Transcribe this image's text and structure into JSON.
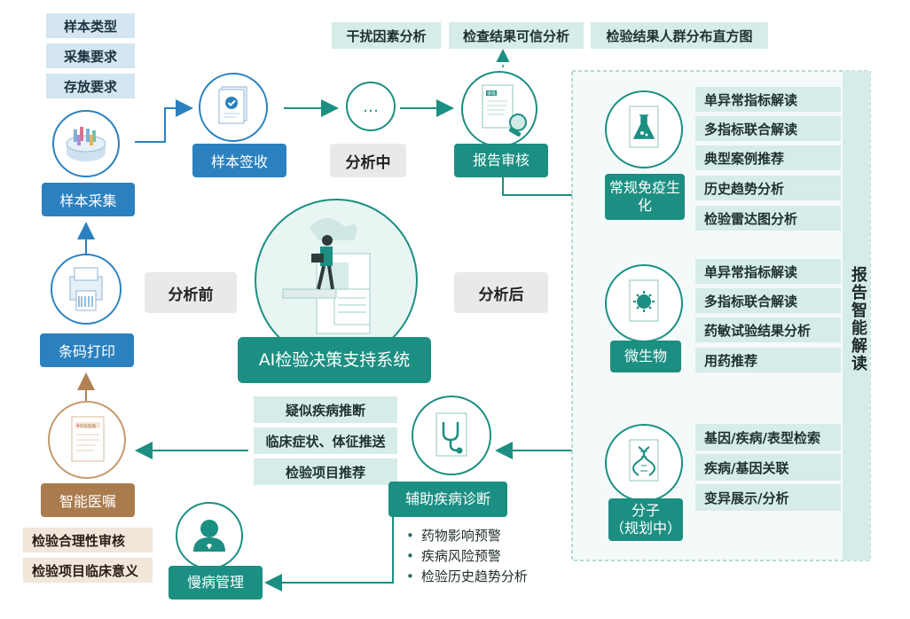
{
  "top_analysis": [
    "干扰因素分析",
    "检查结果可信分析",
    "检验结果人群分布直方图"
  ],
  "sample_requirements": [
    "样本类型",
    "采集要求",
    "存放要求"
  ],
  "steps": {
    "sample_collect": "样本采集",
    "sample_receive": "样本签收",
    "analyzing": "分析中",
    "report_review": "报告审核",
    "barcode_print": "条码打印",
    "pre_analysis": "分析前",
    "post_analysis": "分析后",
    "ai_system": "AI检验决策支持系统",
    "smart_advice": "智能医嘱",
    "chronic_mgmt": "慢病管理",
    "aux_diagnosis": "辅助疾病诊断"
  },
  "ellipsis": "…",
  "doc_tag": "审核",
  "advice_doc_title": "检验医嘱",
  "smart_advice_items": [
    "检验合理性审核",
    "检验项目临床意义"
  ],
  "aux_diag_left": [
    "疑似疾病推断",
    "临床症状、体征推送",
    "检验项目推荐"
  ],
  "aux_diag_bullets": [
    "药物影响预警",
    "疾病风险预警",
    "检验历史趋势分析"
  ],
  "report_panel": {
    "side_label": "报告智能解读",
    "groups": [
      {
        "name": "常规免疫生化",
        "items": [
          "单异常指标解读",
          "多指标联合解读",
          "典型案例推荐",
          "历史趋势分析",
          "检验雷达图分析"
        ]
      },
      {
        "name": "微生物",
        "items": [
          "单异常指标解读",
          "多指标联合解读",
          "药敏试验结果分析",
          "用药推荐"
        ]
      },
      {
        "name": "分子\n（规划中）",
        "items": [
          "基因/疾病/表型检索",
          "疾病/基因关联",
          "变异展示/分析"
        ]
      }
    ]
  },
  "colors": {
    "blue": "#2b81bf",
    "teal": "#1b8f82",
    "brown": "#a97b4d"
  }
}
